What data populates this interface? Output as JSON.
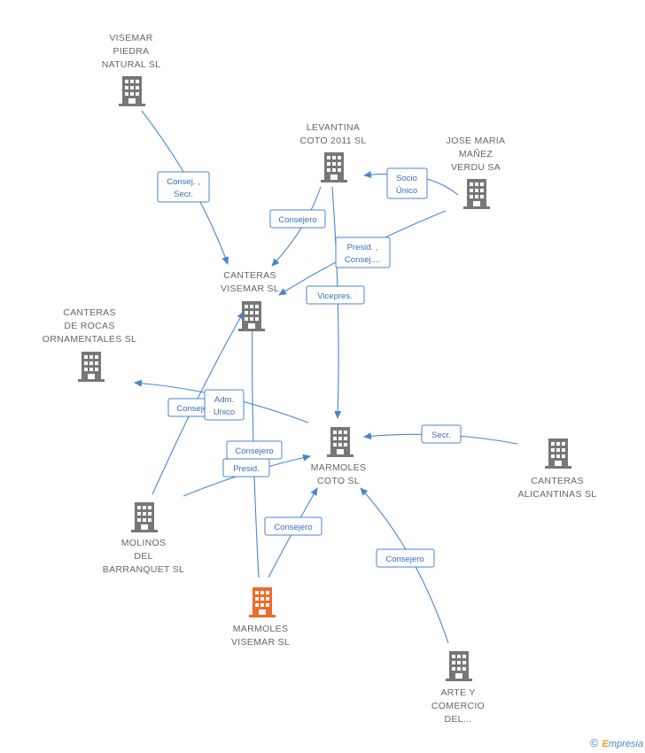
{
  "colors": {
    "edge": "#4a86d0",
    "building": "#777777",
    "focus_building": "#f06a2a",
    "label": "#666666"
  },
  "nodes": {
    "visemar": {
      "lines": [
        "VISEMAR",
        "PIEDRA",
        "NATURAL SL"
      ]
    },
    "levantina": {
      "lines": [
        "LEVANTINA",
        "COTO 2011 SL"
      ]
    },
    "josemaria": {
      "lines": [
        "JOSE MARIA",
        "MAÑEZ",
        "VERDU SA"
      ]
    },
    "canteras_v": {
      "lines": [
        "CANTERAS",
        "VISEMAR SL"
      ]
    },
    "canteras_r": {
      "lines": [
        "CANTERAS",
        "DE ROCAS",
        "ORNAMENTALES SL"
      ]
    },
    "marmoles_c": {
      "lines": [
        "MARMOLES",
        "COTO SL"
      ]
    },
    "canteras_a": {
      "lines": [
        "CANTERAS",
        "ALICANTINAS SL"
      ]
    },
    "molinos": {
      "lines": [
        "MOLINOS",
        "DEL",
        "BARRANQUET SL"
      ]
    },
    "marmoles_v": {
      "lines": [
        "MARMOLES",
        "VISEMAR SL"
      ]
    },
    "arte": {
      "lines": [
        "ARTE Y",
        "COMERCIO",
        "DEL..."
      ]
    }
  },
  "edges": {
    "e1": {
      "lines": [
        "Consej. ,",
        "Secr."
      ]
    },
    "e2": {
      "lines": [
        "Socio",
        "Único"
      ]
    },
    "e3": {
      "lines": [
        "Consejero"
      ]
    },
    "e4": {
      "lines": [
        "Presid. ,",
        "Consej...."
      ]
    },
    "e5": {
      "lines": [
        "Vicepres."
      ]
    },
    "e6": {
      "lines": [
        "Consejero"
      ]
    },
    "e7": {
      "lines": [
        "Adm.",
        "Unico"
      ]
    },
    "e8": {
      "lines": [
        "Consejero"
      ]
    },
    "e9": {
      "lines": [
        "Presid."
      ]
    },
    "e10": {
      "lines": [
        "Consejero"
      ]
    },
    "e11": {
      "lines": [
        "Secr."
      ]
    },
    "e12": {
      "lines": [
        "Consejero"
      ]
    }
  },
  "footer": {
    "copyright": "©",
    "brand_first": "E",
    "brand_rest": "mpresia"
  }
}
